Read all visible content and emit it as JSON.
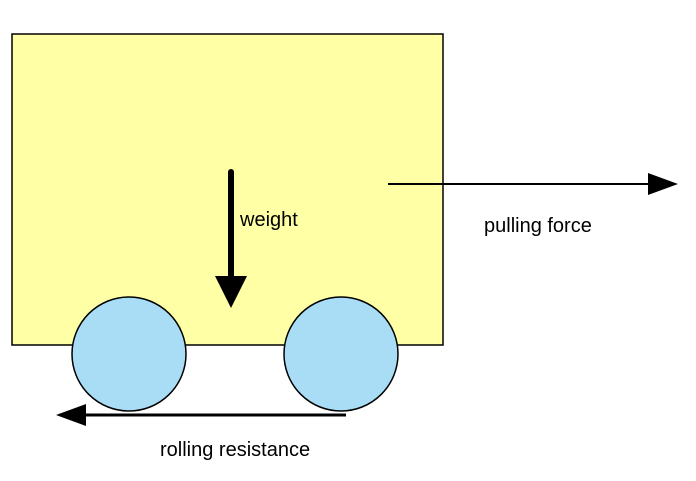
{
  "labels": {
    "weight": "weight",
    "pulling_force": "pulling force",
    "rolling_resistance": "rolling resistance"
  },
  "colors": {
    "cart_body": "#FFFFA6",
    "wheel": "#A9DDF5",
    "stroke": "#000000",
    "background": "#FFFFFF"
  }
}
